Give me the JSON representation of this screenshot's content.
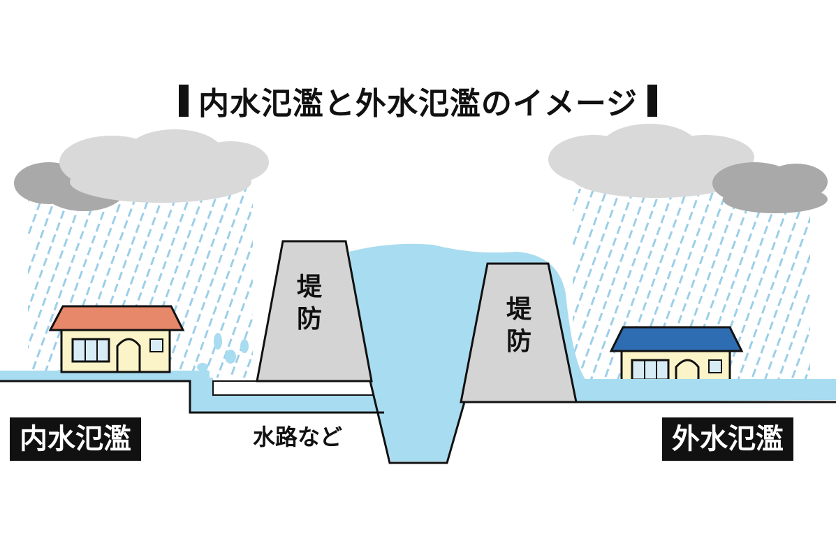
{
  "title": "内水氾濫と外水氾濫のイメージ",
  "labels": {
    "inner_flood": "内水氾濫",
    "outer_flood": "外水氾濫",
    "waterway": "水路など",
    "levee_left": "堤\n防",
    "levee_right": "堤\n防"
  },
  "colors": {
    "water": "#a8dcf0",
    "rain": "#9ccfe8",
    "levee": "#d4d4d4",
    "cloud_light": "#d9d9d9",
    "cloud_dark": "#a9a9a9",
    "roof_left": "#e8886a",
    "roof_right": "#2f6db3",
    "house_wall": "#fbf4c8",
    "ink": "#111111"
  }
}
